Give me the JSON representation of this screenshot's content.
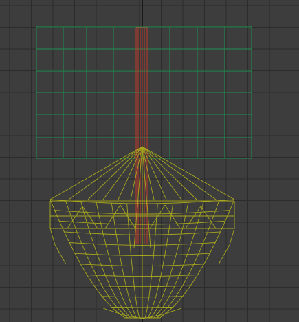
{
  "viewport": {
    "background": "#3d3d3d",
    "grid_color": "#2c2c2c",
    "axis_color": "#050505"
  },
  "objects": [
    {
      "name": "sail",
      "wireframe_color": "#1f8f52"
    },
    {
      "name": "mast",
      "wireframe_color": "#c0392b"
    },
    {
      "name": "hull",
      "wireframe_color": "#a8a81e"
    }
  ]
}
